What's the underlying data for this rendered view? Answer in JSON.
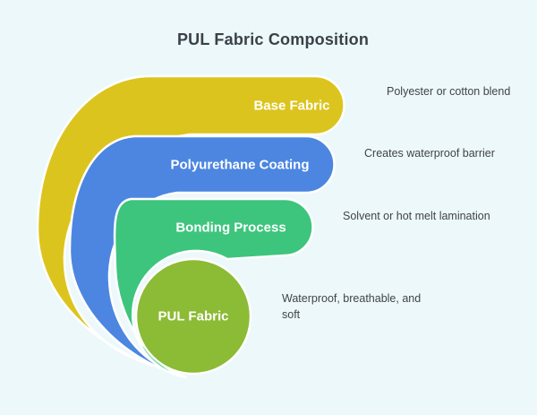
{
  "background": "#edf8fa",
  "separator_color": "#ffffff",
  "title": "PUL Fabric Composition",
  "layers": [
    {
      "label": "Base Fabric",
      "description": "Polyester or cotton blend",
      "color": "#dcc41e"
    },
    {
      "label": "Polyurethane Coating",
      "description": "Creates waterproof barrier",
      "color": "#4c86e1"
    },
    {
      "label": "Bonding Process",
      "description": "Solvent or hot melt lamination",
      "color": "#3dc57d"
    },
    {
      "label": "PUL Fabric",
      "description": "Waterproof, breathable, and soft",
      "color": "#8cbb35"
    }
  ]
}
